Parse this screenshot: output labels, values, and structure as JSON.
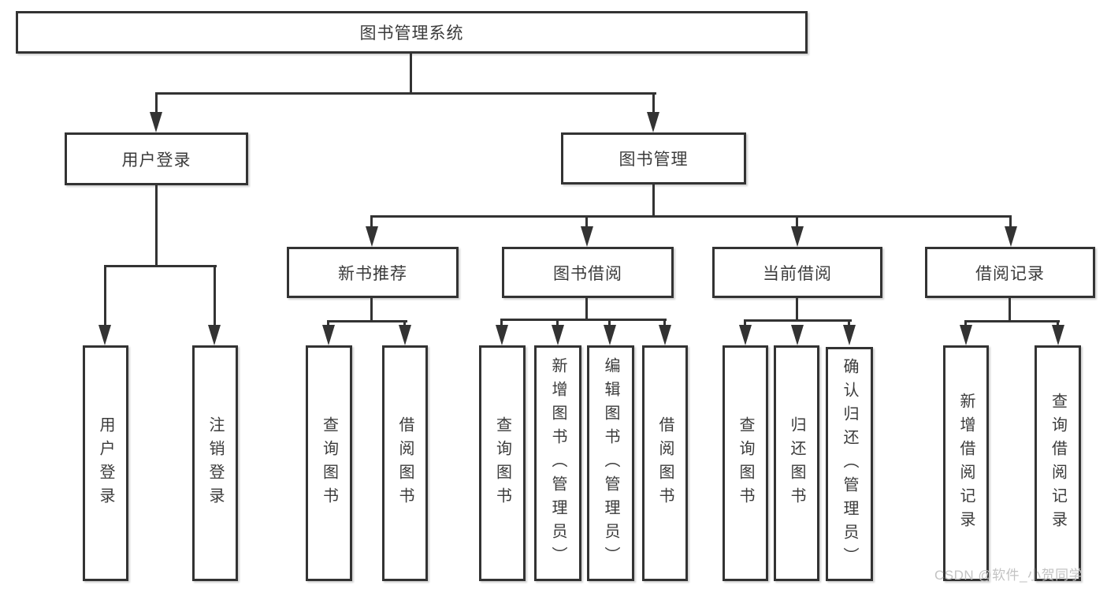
{
  "diagram": {
    "root": {
      "label": "图书管理系统"
    },
    "level2": {
      "user_login": {
        "label": "用户登录"
      },
      "book_mgmt": {
        "label": "图书管理"
      }
    },
    "level3": {
      "new_book_rec": {
        "label": "新书推荐"
      },
      "book_borrow": {
        "label": "图书借阅"
      },
      "current_borrow": {
        "label": "当前借阅"
      },
      "borrow_records": {
        "label": "借阅记录"
      }
    },
    "leaves": {
      "user_login_leaf": "用户登录",
      "logout_leaf": "注销登录",
      "rec_query_books": "查询图书",
      "rec_borrow_books": "借阅图书",
      "bb_query_books": "查询图书",
      "bb_add_books": "新增图书（管理员）",
      "bb_edit_books": "编辑图书（管理员）",
      "bb_borrow_books": "借阅图书",
      "cb_query_books": "查询图书",
      "cb_return_books": "归还图书",
      "cb_confirm_return": "确认归还（管理员）",
      "br_add_record": "新增借阅记录",
      "br_query_record": "查询借阅记录"
    }
  },
  "watermark": "CSDN @软件_小贺同学",
  "colors": {
    "line": "#333333",
    "text": "#3b3b3b",
    "box-bg": "#ffffff",
    "bg": "#ffffff",
    "wm": "#c3c3c3"
  }
}
